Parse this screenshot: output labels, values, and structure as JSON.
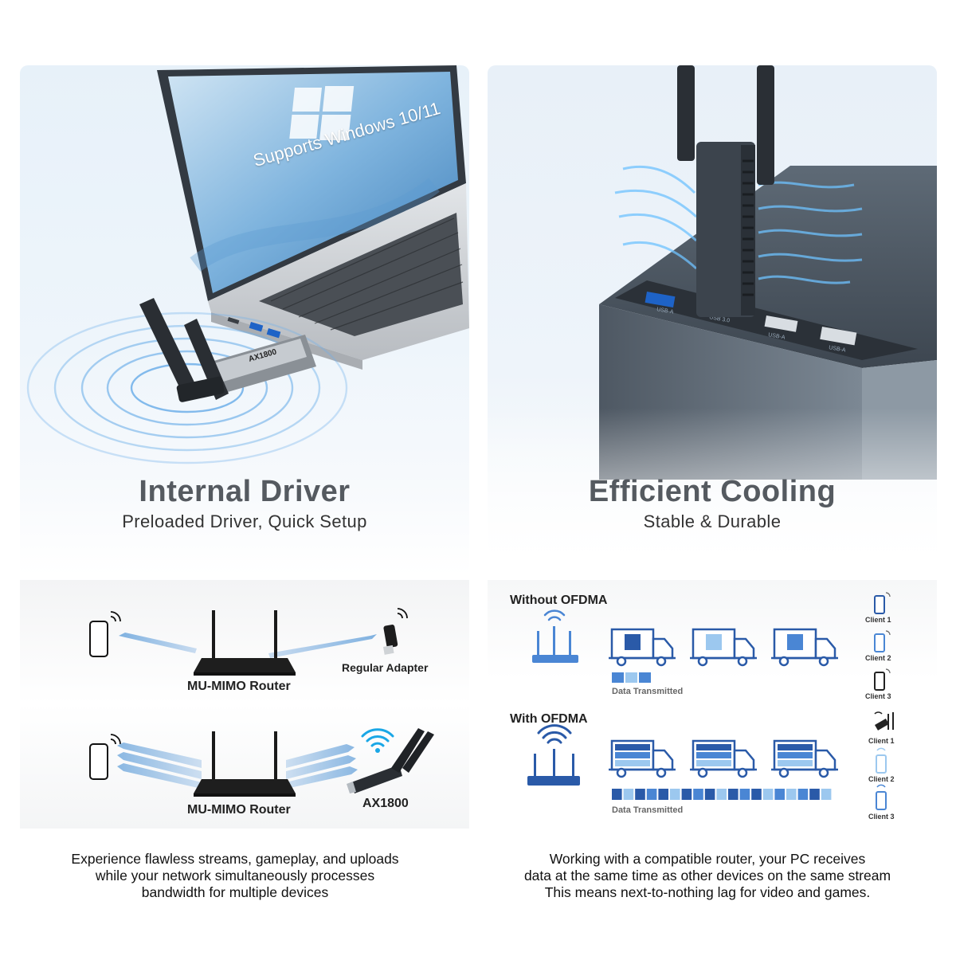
{
  "driver_panel": {
    "screen_text": "Supports Windows 10/11",
    "adapter_label": "AX1800",
    "title": "Internal Driver",
    "subtitle": "Preloaded Driver, Quick Setup"
  },
  "cooling_panel": {
    "title": "Efficient Cooling",
    "subtitle": "Stable & Durable",
    "ports": [
      "USB-A",
      "USB 3.0",
      "USB-A",
      "USB-A"
    ]
  },
  "mimo_panel": {
    "top_router_label": "MU-MIMO Router",
    "top_device_label": "Regular Adapter",
    "bottom_router_label": "MU-MIMO Router",
    "bottom_device_label": "AX1800"
  },
  "ofdma_panel": {
    "without_title": "Without OFDMA",
    "with_title": "With OFDMA",
    "data_label_top": "Data Transmitted",
    "data_label_bottom": "Data Transmitted",
    "clients_top": [
      "Client 1",
      "Client 2",
      "Client 3"
    ],
    "clients_bottom": [
      "Client 1",
      "Client 2",
      "Client 3"
    ],
    "colors": {
      "dark": "#2a5aa8",
      "mid": "#4a86d4",
      "light": "#9cc8ef"
    }
  },
  "captions": {
    "left": [
      "Experience flawless streams, gameplay, and uploads",
      "while your network simultaneously processes",
      "bandwidth for multiple devices"
    ],
    "right": [
      "Working with a compatible router, your PC receives",
      "data at the same time as other devices on the same stream",
      "This means next-to-nothing lag for video and games."
    ]
  }
}
